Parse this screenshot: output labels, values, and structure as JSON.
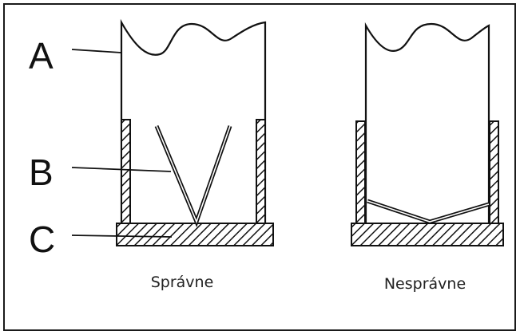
{
  "labels": {
    "a": "A",
    "b": "B",
    "c": "C"
  },
  "captions": {
    "correct": "Správne",
    "incorrect": "Nesprávne"
  },
  "colors": {
    "stroke": "#111111",
    "background": "#ffffff"
  }
}
